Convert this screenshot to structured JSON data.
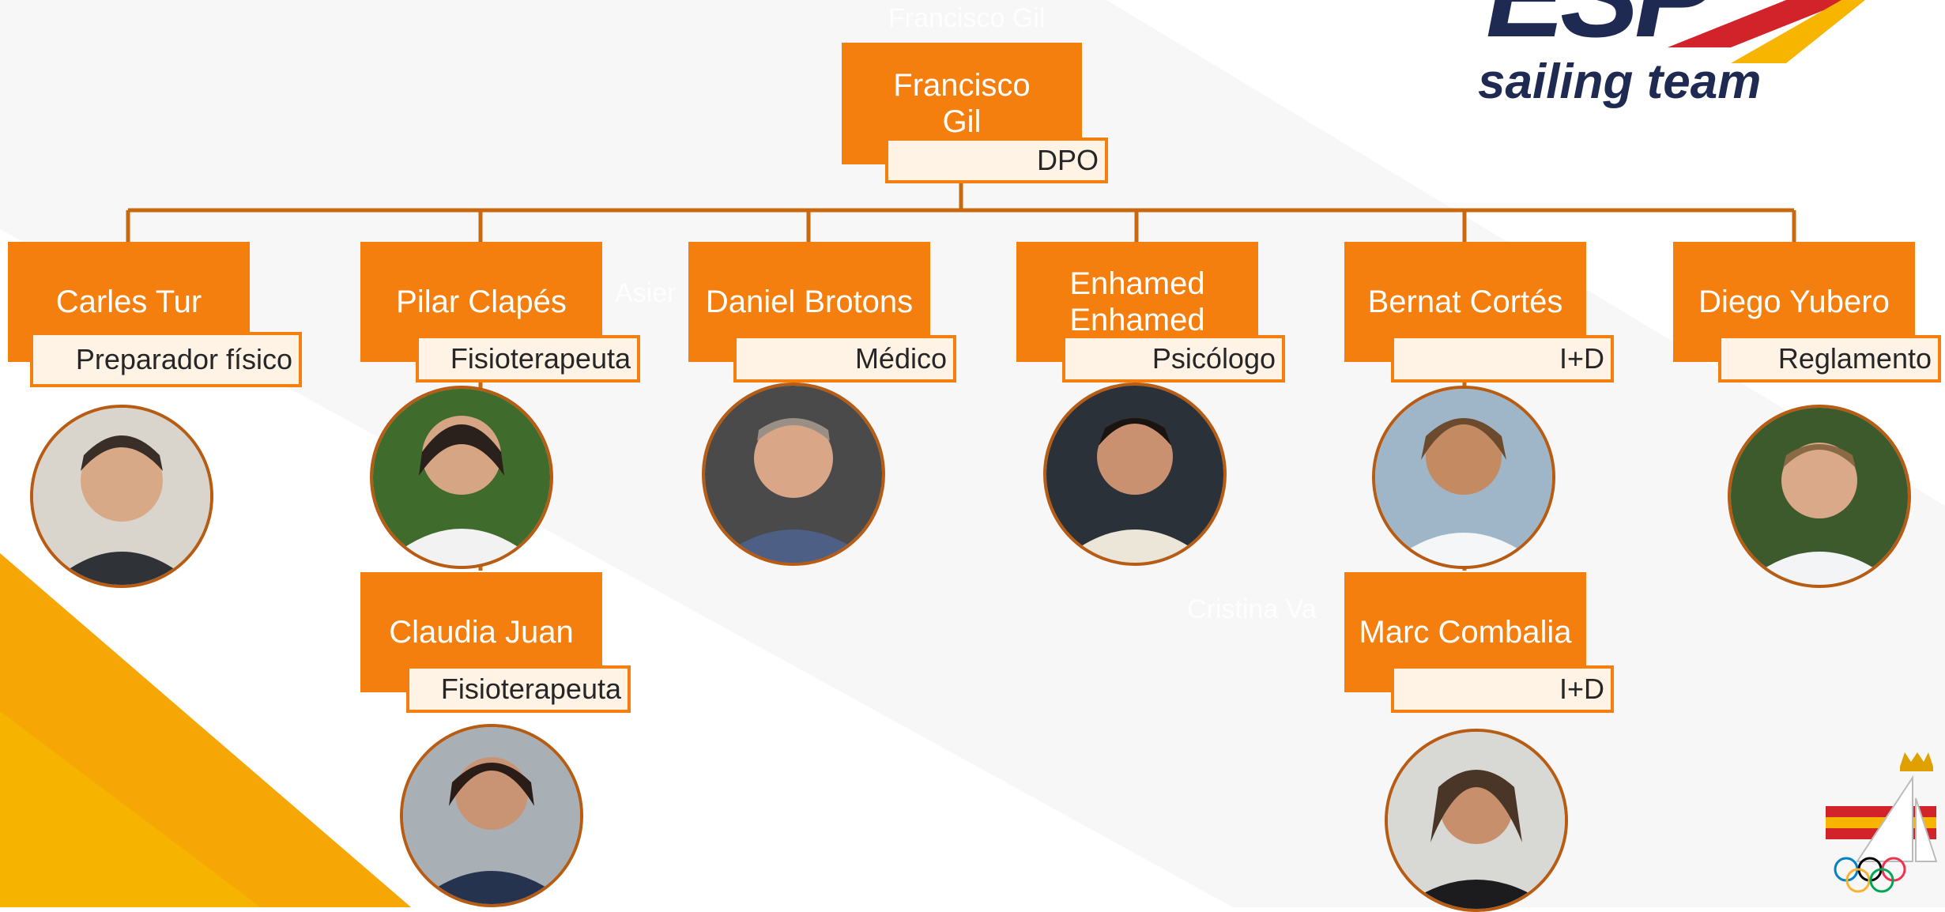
{
  "colors": {
    "accent": "#f47f0e",
    "role_fill": "#fff3e6",
    "logo_navy": "#1f2a52",
    "logo_red": "#d2232a",
    "logo_yellow": "#f7b500"
  },
  "ghost_labels": [
    "Francisco Gil",
    "Asier",
    "Cristina Va"
  ],
  "chart_root": {
    "name": "Francisco Gil",
    "role": "DPO"
  },
  "members": [
    {
      "name": "Carles Tur",
      "role": "Preparador físico"
    },
    {
      "name": "Pilar Clapés",
      "role": "Fisioterapeuta"
    },
    {
      "name": "Daniel Brotons",
      "role": "Médico"
    },
    {
      "name": "Enhamed Enhamed",
      "role": "Psicólogo"
    },
    {
      "name": "Bernat Cortés",
      "role": "I+D"
    },
    {
      "name": "Diego Yubero",
      "role": "Reglamento"
    },
    {
      "name": "Claudia Juan",
      "role": "Fisioterapeuta"
    },
    {
      "name": "Marc Combalia",
      "role": "I+D"
    }
  ],
  "logo": {
    "letters": "ESP",
    "tagline": "sailing team"
  },
  "icons": [
    "sailing-federation-emblem-icon",
    "olympic-rings-icon",
    "crown-icon"
  ]
}
